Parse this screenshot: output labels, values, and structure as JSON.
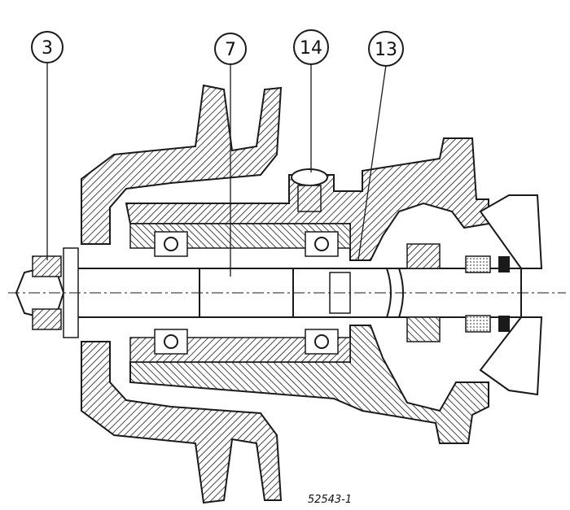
{
  "figure": {
    "callouts": [
      "3",
      "7",
      "14",
      "13"
    ],
    "reference_number": "52543-1",
    "colors": {
      "ink": "#1a1a1a",
      "paper": "#ffffff"
    }
  }
}
